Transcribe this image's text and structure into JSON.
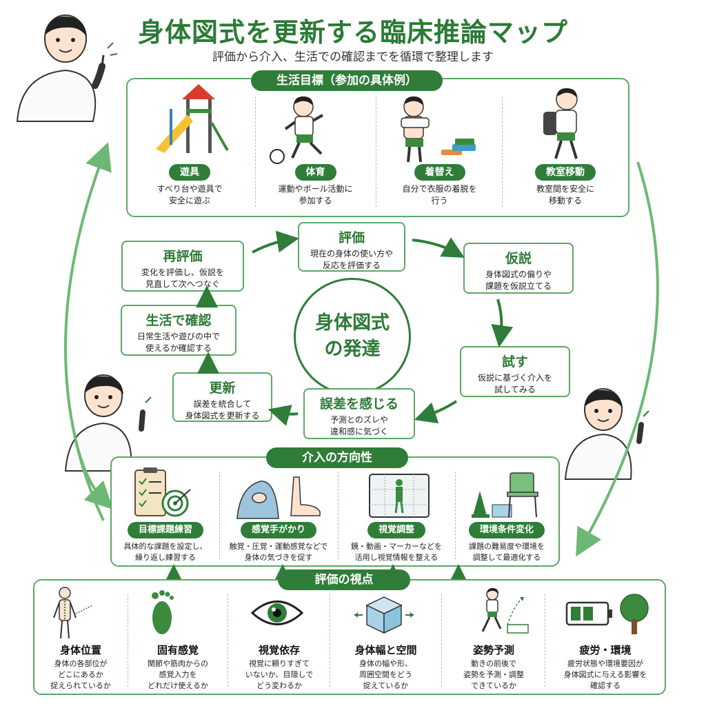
{
  "title": "身体図式を更新する臨床推論マップ",
  "subtitle": "評価から介入、生活での確認までを循環で整理します",
  "goals": {
    "label": "生活目標（参加の具体例）",
    "items": [
      {
        "name": "遊具",
        "desc1": "すべり台や遊具で",
        "desc2": "安全に遊ぶ"
      },
      {
        "name": "体育",
        "desc1": "運動やボール活動に",
        "desc2": "参加する"
      },
      {
        "name": "着替え",
        "desc1": "自分で衣服の着脱を",
        "desc2": "行う"
      },
      {
        "name": "教室移動",
        "desc1": "教室間を安全に",
        "desc2": "移動する"
      }
    ]
  },
  "cycle": {
    "center1": "身体図式",
    "center2": "の発達",
    "steps": {
      "eval": {
        "h": "評価",
        "d1": "現在の身体の使い方や",
        "d2": "反応を評価する"
      },
      "hypo": {
        "h": "仮説",
        "d1": "身体図式の偏りや",
        "d2": "課題を仮説立てる"
      },
      "try": {
        "h": "試す",
        "d1": "仮説に基づく介入を",
        "d2": "試してみる"
      },
      "error": {
        "h": "誤差を感じる",
        "d1": "予測とのズレや",
        "d2": "違和感に気づく"
      },
      "update": {
        "h": "更新",
        "d1": "誤差を統合して",
        "d2": "身体図式を更新する"
      },
      "life": {
        "h": "生活で確認",
        "d1": "日常生活や遊びの中で",
        "d2": "使えるか確認する"
      },
      "reeval": {
        "h": "再評価",
        "d1": "変化を評価し、仮説を",
        "d2": "見直して次へつなぐ"
      }
    }
  },
  "intervention": {
    "label": "介入の方向性",
    "items": [
      {
        "name": "目標課題練習",
        "desc1": "具体的な課題を設定し、",
        "desc2": "繰り返し練習する"
      },
      {
        "name": "感覚手がかり",
        "desc1": "触覚・圧覚・運動感覚などで",
        "desc2": "身体の気づきを促す"
      },
      {
        "name": "視覚調整",
        "desc1": "鏡・動画・マーカーなどを",
        "desc2": "活用し視覚情報を整える"
      },
      {
        "name": "環境条件変化",
        "desc1": "課題の難易度や環境を",
        "desc2": "調整して最適化する"
      }
    ]
  },
  "viewpoints": {
    "label": "評価の視点",
    "items": [
      {
        "name": "身体位置",
        "desc1": "身体の各部位が",
        "desc2": "どこにあるか",
        "desc3": "捉えられているか"
      },
      {
        "name": "固有感覚",
        "desc1": "関節や筋肉からの",
        "desc2": "感覚入力を",
        "desc3": "どれだけ使えるか"
      },
      {
        "name": "視覚依存",
        "desc1": "視覚に頼りすぎて",
        "desc2": "いないか、目隠しで",
        "desc3": "どう変わるか"
      },
      {
        "name": "身体幅と空間",
        "desc1": "身体の幅や形、",
        "desc2": "周囲空間をどう",
        "desc3": "捉えているか"
      },
      {
        "name": "姿勢予測",
        "desc1": "動きの前後で",
        "desc2": "姿勢を予測・調整",
        "desc3": "できているか"
      },
      {
        "name": "疲労・環境",
        "desc1": "疲労状態や環境要因が",
        "desc2": "身体図式に与える影響を",
        "desc3": "確認する"
      }
    ]
  },
  "colors": {
    "green": "#2f7d38",
    "light_green": "#5aa864",
    "arrow": "#6db874"
  }
}
